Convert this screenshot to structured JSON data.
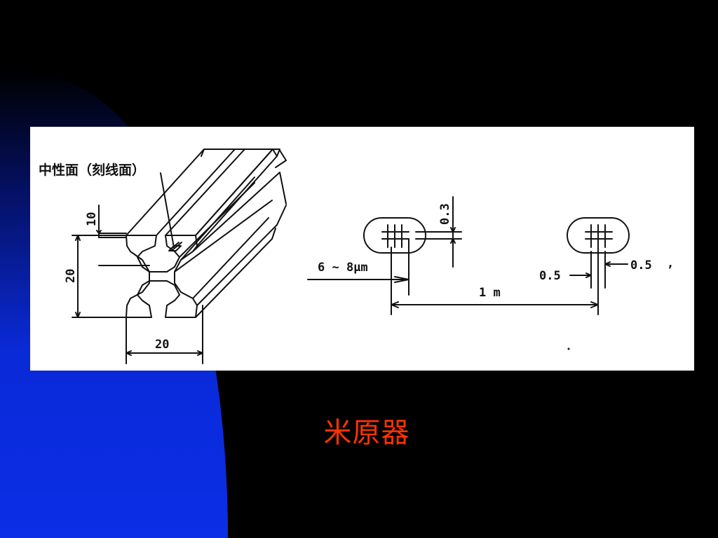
{
  "slide": {
    "caption": "米原器",
    "colors": {
      "background": "#000000",
      "blue_shape": "#0a2ad8",
      "caption": "#ff3300",
      "panel": "#ffffff"
    }
  },
  "figure": {
    "neutral_plane_label": "中性面（刻线面）",
    "cross_section": {
      "dim_10": "10",
      "dim_height_20": "20",
      "dim_width_20": "20"
    },
    "marks": {
      "dim_03": "0.3",
      "dim_line_width": "6 ~ 8μm",
      "dim_length": "1 m",
      "dim_05_left": "0.5",
      "dim_05_right": "0.5"
    }
  }
}
